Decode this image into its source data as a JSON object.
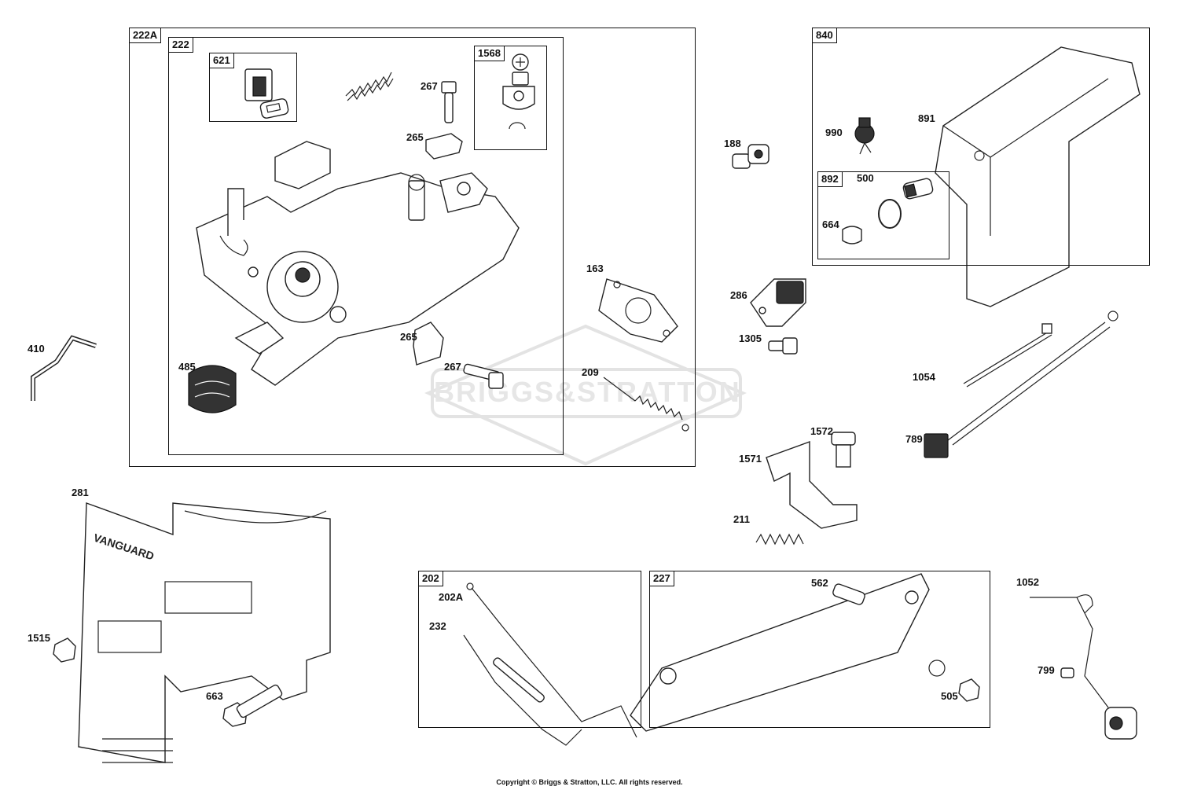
{
  "groups": {
    "g222A": "222A",
    "g222": "222",
    "g621": "621",
    "g1568": "1568",
    "g840": "840",
    "g892": "892",
    "g202": "202",
    "g227": "227"
  },
  "labels": {
    "p267a": "267",
    "p265a": "265",
    "p485": "485",
    "p265b": "265",
    "p267b": "267",
    "p163": "163",
    "p209": "209",
    "p410": "410",
    "p188": "188",
    "p990": "990",
    "p891": "891",
    "p500": "500",
    "p664": "664",
    "p286": "286",
    "p1305": "1305",
    "p1054": "1054",
    "p789": "789",
    "p1572": "1572",
    "p1571": "1571",
    "p211": "211",
    "p281": "281",
    "p1515": "1515",
    "p663": "663",
    "p202A": "202A",
    "p232": "232",
    "p562": "562",
    "p505": "505",
    "p1052": "1052",
    "p799": "799"
  },
  "watermark": "BRIGGS&STRATTON",
  "copyright": "Copyright © Briggs & Stratton, LLC. All rights reserved.",
  "decal_text": "VANGUARD",
  "colors": {
    "line": "#222222",
    "watermark": "#e3e3e3",
    "background": "#ffffff"
  }
}
